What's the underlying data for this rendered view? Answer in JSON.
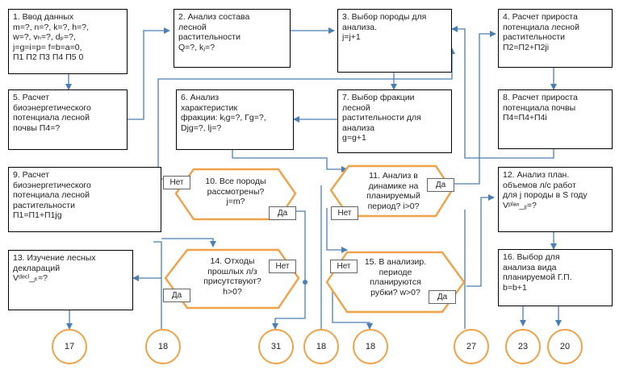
{
  "blocks": {
    "b1": "1. Ввод данных\nm=?, n=?, k=?, h=?,\nw=?, vₕ=?, dₚ=?,\nj=g=i=p= f=b=a=0,\nП1  П2   П3  П4  П5  0",
    "b2": "2. Анализ состава\nлесной\nрастительности\nQ=?, kⱼ=?",
    "b3": "3. Выбор породы для\nанализа.\nj=j+1",
    "b4": "4. Расчет прироста\nпотенциала лесной\nрастительности\nП2=П2+П2ji",
    "b5": "5. Расчет\nбиоэнергетического\nпотенциала  лесной\nпочвы П4=?",
    "b6": "6. Анализ\nхарактеристик\nфракции: kⱼg=?, Гg=?,\nDjg=?, lj=?",
    "b7": "7. Выбор фракции\nлесной\nрастительности для\nанализа\ng=g+1",
    "b8": "8. Расчет прироста\nпотенциала почвы\nП4=П4+П4i",
    "b9": "9. Расчет\nбиоэнергетического\nпотенциала лесной\nрастительности\nП1=П1+П1jg",
    "b12": "12. Анализ план.\nобъемов л/с работ\nдля j породы в S году\nVᵖˡᵃⁿ_ⱼⱼ=?",
    "b13": "13. Изучение лесных\nдеклараций\nVᵈᵉᶜˡ_ⱼₜ=?",
    "b16": "16. Выбор для\nанализа вида\nпланируемой Г.П.\nb=b+1"
  },
  "decisions": {
    "d10": "10. Все породы\nрассмотрены?\nj=m?",
    "d11": "11. Анализ в\nдинамике на\nпланируемый\nпериод? i>0?",
    "d14": "14. Отходы\nпрошлых  л/з\nприсутствуют?\nh>0?",
    "d15": "15. В анализир.\nпериоде\nпланируются\nрубки? w>0?"
  },
  "labels": {
    "d10_no": "Нет",
    "d10_yes": "Да",
    "d11_yes": "Да",
    "d11_no": "Нет",
    "d14_no": "Нет",
    "d14_yes": "Да",
    "d15_no": "Нет",
    "d15_yes": "Да"
  },
  "connectors": [
    "17",
    "18",
    "31",
    "18",
    "18",
    "27",
    "23",
    "20"
  ],
  "colors": {
    "line": "#4a7fb5",
    "decision": "#f0a24a",
    "box_border": "#000000"
  }
}
